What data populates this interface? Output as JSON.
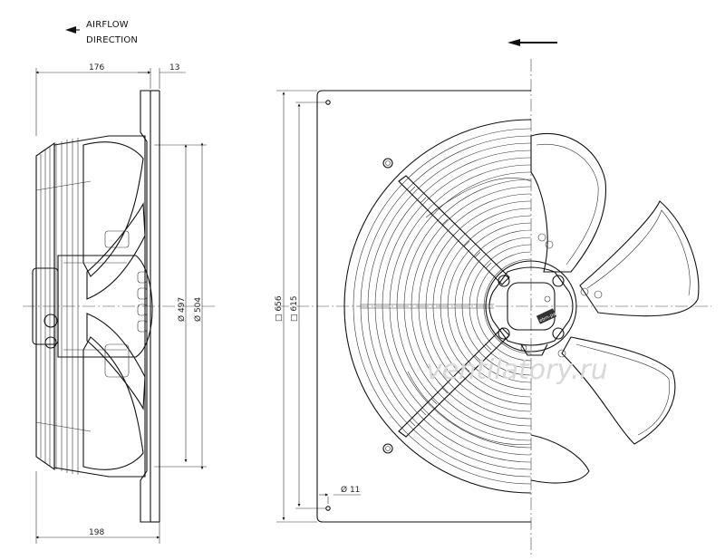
{
  "legend": {
    "line1": "AIRFLOW",
    "line2": "DIRECTION"
  },
  "dimensions": {
    "depth_body": "176",
    "flange_thickness": "13",
    "depth_total": "198",
    "blade_diameter": "Ø 497",
    "ring_diameter": "Ø 504",
    "plate_outer": "□ 656",
    "hole_spacing": "□ 615",
    "hole_diameter": "Ø 11"
  },
  "watermark": "ventilatory.ru",
  "nameplate": "ebm-papst"
}
